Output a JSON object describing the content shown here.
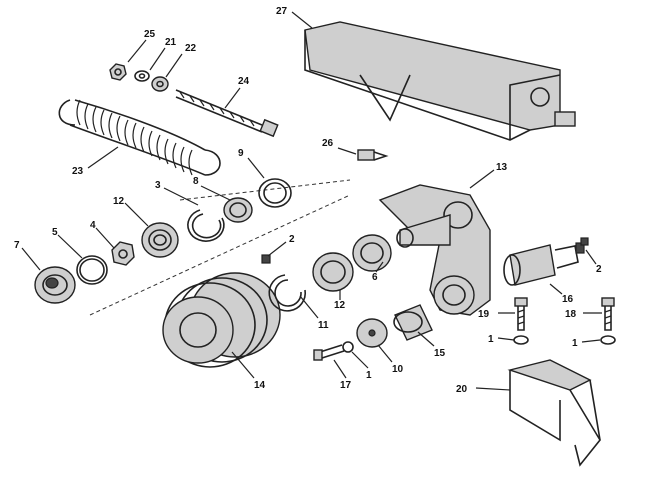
{
  "diagram": {
    "labels": [
      "25",
      "21",
      "22",
      "24",
      "23",
      "27",
      "26",
      "9",
      "8",
      "3",
      "12",
      "4",
      "5",
      "7",
      "2",
      "13",
      "6",
      "12",
      "2",
      "16",
      "19",
      "18",
      "11",
      "1",
      "1",
      "14",
      "10",
      "15",
      "17",
      "1",
      "20"
    ],
    "colors": {
      "ink": "#222222",
      "shade": "#cfcfcf",
      "background": "#ffffff"
    }
  }
}
